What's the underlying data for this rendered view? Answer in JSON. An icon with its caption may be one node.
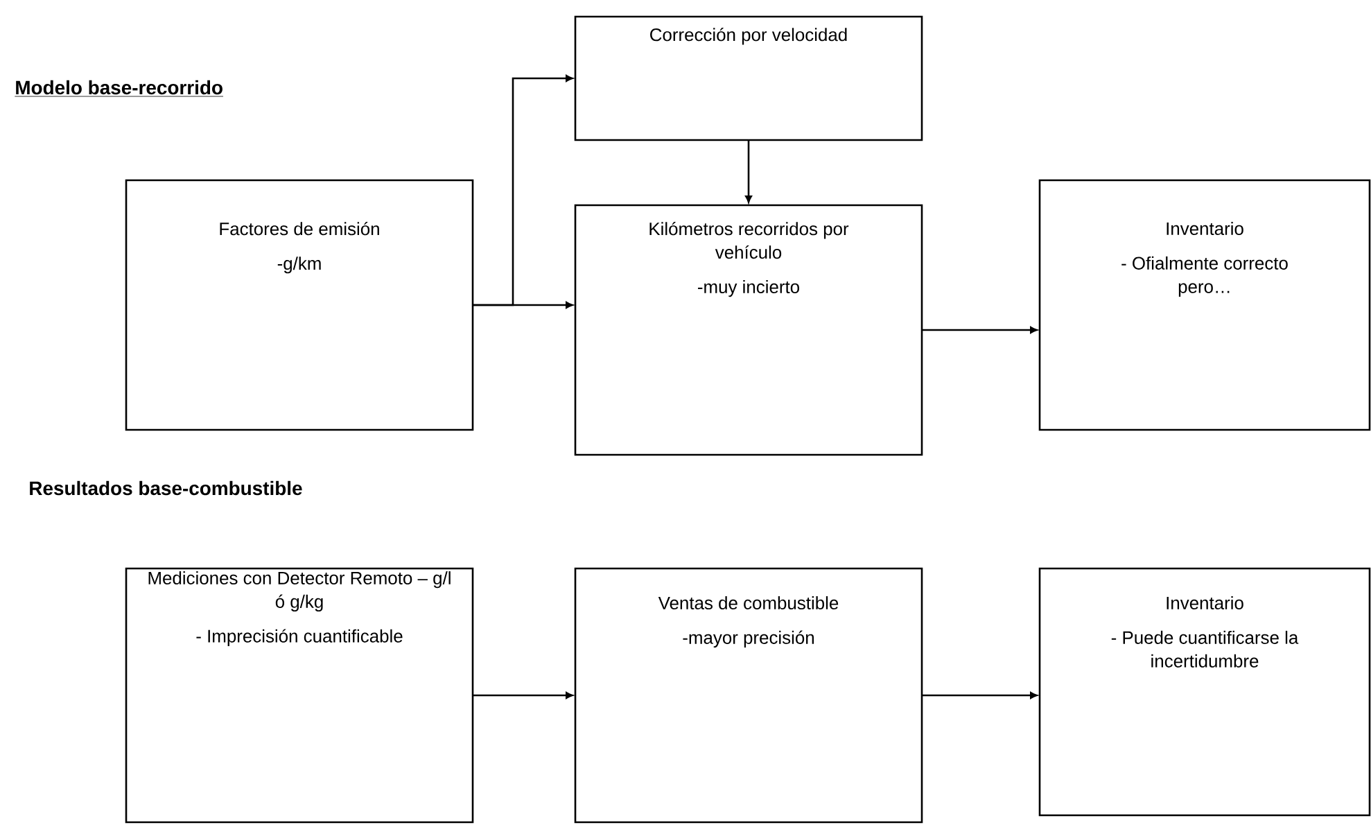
{
  "diagram": {
    "nodes": [
      {
        "text": [
          "Corrección por velocidad"
        ]
      },
      {
        "text": [
          "Factores de emisión",
          "-g/km"
        ]
      },
      {
        "text": [
          "Kilómetros recorridos por vehículo",
          "-muy incierto"
        ]
      },
      {
        "text": [
          "Inventario",
          "- Ofialmente correcto pero…"
        ]
      },
      {
        "text": [
          "Mediciones con Detector Remoto – g/l ó g/kg",
          "- Imprecisión cuantificable"
        ]
      },
      {
        "text": [
          "Ventas de combustible",
          "-mayor precisión"
        ]
      },
      {
        "text": [
          "Inventario",
          "- Puede cuantificarse la incertidumbre"
        ]
      }
    ],
    "edges": [
      {
        "from": 1,
        "to": 0,
        "arrow": "to"
      },
      {
        "from": 1,
        "to": 2,
        "arrow": "to"
      },
      {
        "from": 0,
        "to": 2,
        "arrow": "to"
      },
      {
        "from": 2,
        "to": 3,
        "arrow": "to"
      },
      {
        "from": 4,
        "to": 5,
        "arrow": "to"
      },
      {
        "from": 5,
        "to": 6,
        "arrow": "to"
      }
    ],
    "labels": [
      "Modelo base-recorrido",
      "Resultados base-combustible"
    ]
  }
}
